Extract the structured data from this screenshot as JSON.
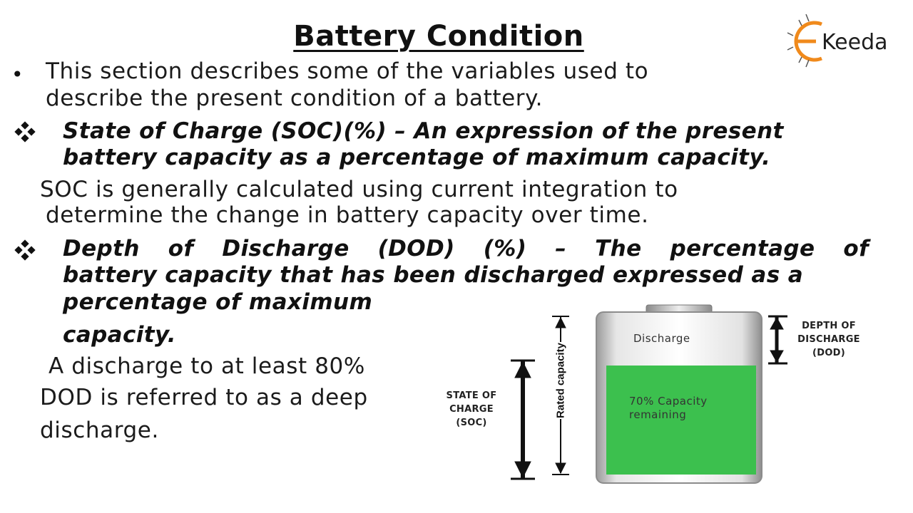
{
  "slide": {
    "title": "Battery Condition",
    "logo_text": "Keeda",
    "bullet_symbol": "•",
    "intro_line1": "This section describes some of the variables used to",
    "intro_line2": "describe the present condition of a battery.",
    "soc_def_line1": "State of Charge (SOC)(%) – An expression of the present",
    "soc_def_line2": "battery capacity as a percentage of maximum capacity.",
    "soc_note_line1": "SOC is generally calculated using current integration to",
    "soc_note_line2": "determine the change in battery capacity over time.",
    "dod_def_line1_a": "Depth",
    "dod_def_line1_b": "of",
    "dod_def_line1_c": "Discharge",
    "dod_def_line1_d": "(DOD)",
    "dod_def_line1_e": "(%)",
    "dod_def_line1_f": "–",
    "dod_def_line1_g": "The",
    "dod_def_line1_h": "percentage",
    "dod_def_line1_i": "of",
    "dod_def_line2": "battery capacity that has been discharged expressed as a",
    "dod_def_line3": "percentage of maximum",
    "dod_def_line4": "capacity.",
    "deep_line1": "A discharge to at least 80%",
    "deep_line2": "DOD is referred to as a deep",
    "deep_line3": "discharge."
  },
  "diagram": {
    "soc_label_1": "STATE OF",
    "soc_label_2": "CHARGE",
    "soc_label_3": "(SOC)",
    "rated_capacity": "Rated capacity",
    "discharge": "Discharge",
    "remaining_1": "70% Capacity",
    "remaining_2": "remaining",
    "dod_label_1": "DEPTH OF",
    "dod_label_2": "DISCHARGE",
    "dod_label_3": "(DOD)",
    "capacity_remaining_fraction": 0.7,
    "fill_color": "#3cc04e"
  }
}
